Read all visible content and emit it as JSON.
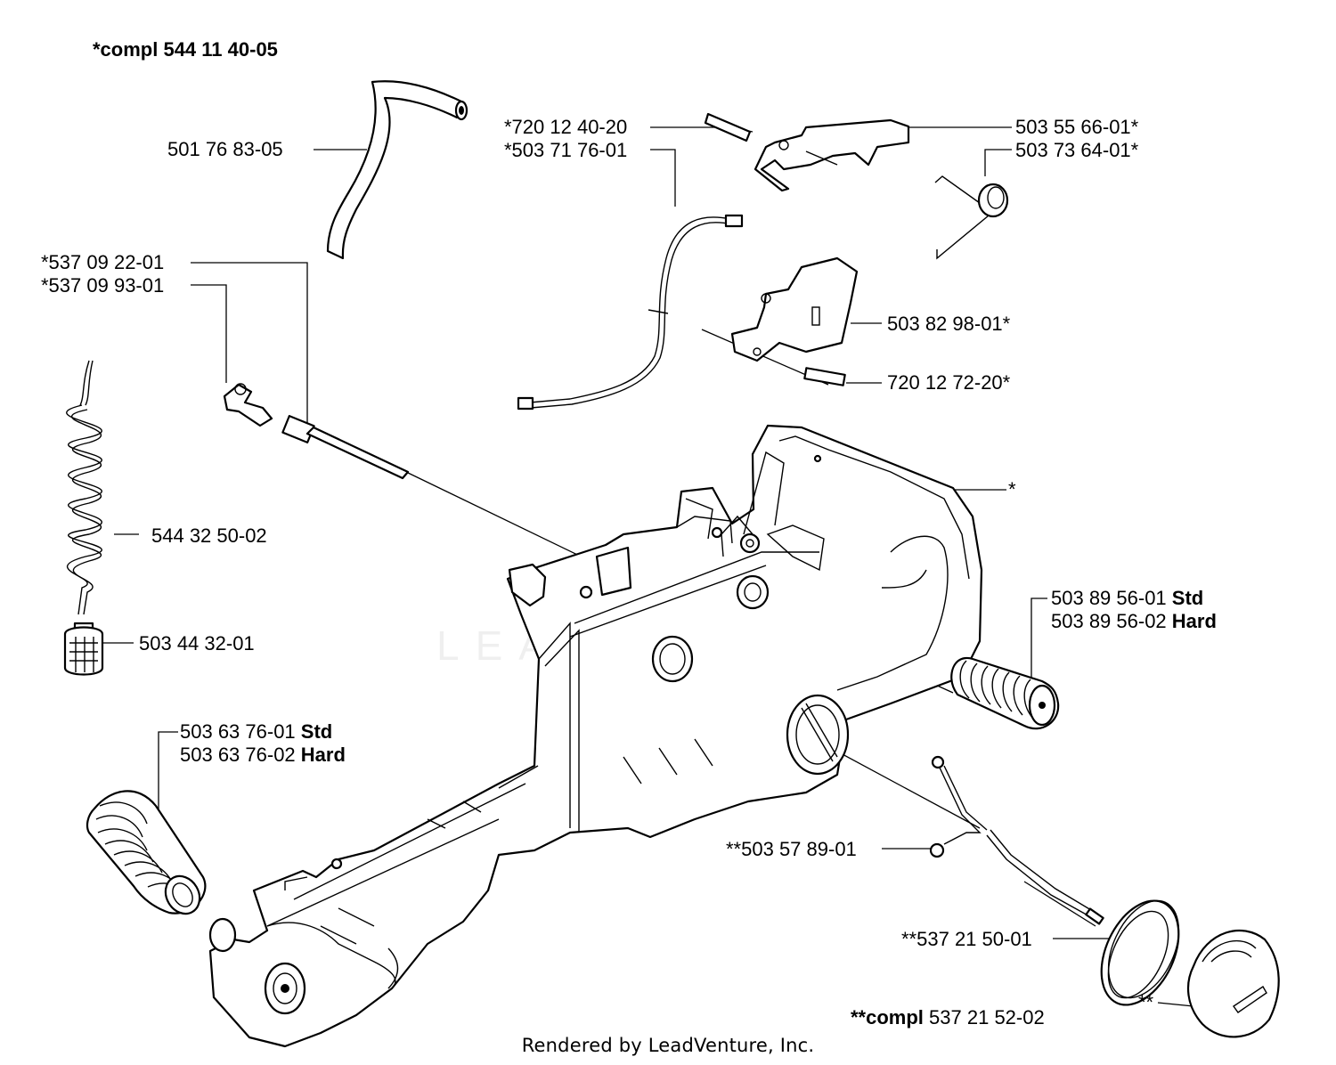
{
  "title": "*compl 544 11 40-05",
  "labels": {
    "hose": "501 76 83-05",
    "pin_top": "*720 12 40-20",
    "cable": "*503 71 76-01",
    "throttle_trigger": "503 55 66-01*",
    "spring_trigger": "503 73 64-01*",
    "nipple_a": "*537 09 22-01",
    "nipple_b": "*537 09 93-01",
    "throttle_lock": "503 82 98-01*",
    "pin_lower": "720 12 72-20*",
    "tank_star": "*",
    "fuel_hose": "544 32 50-02",
    "fuel_filter": "503 44 32-01",
    "av_rear_std_code": "503 89 56-01",
    "av_rear_std_note": "Std",
    "av_rear_hard_code": "503 89 56-02",
    "av_rear_hard_note": "Hard",
    "av_front_std_code": "503 63 76-01",
    "av_front_std_note": "Std",
    "av_front_hard_code": "503 63 76-02",
    "av_front_hard_note": "Hard",
    "filter_clip": "**503 57 89-01",
    "seal": "**537 21 50-01",
    "cap_star": "**",
    "compl_cap_prefix": "**compl",
    "compl_cap_code": "537 21 52-02"
  },
  "watermark": "LEADVENTURE",
  "footer": "Rendered by LeadVenture, Inc."
}
